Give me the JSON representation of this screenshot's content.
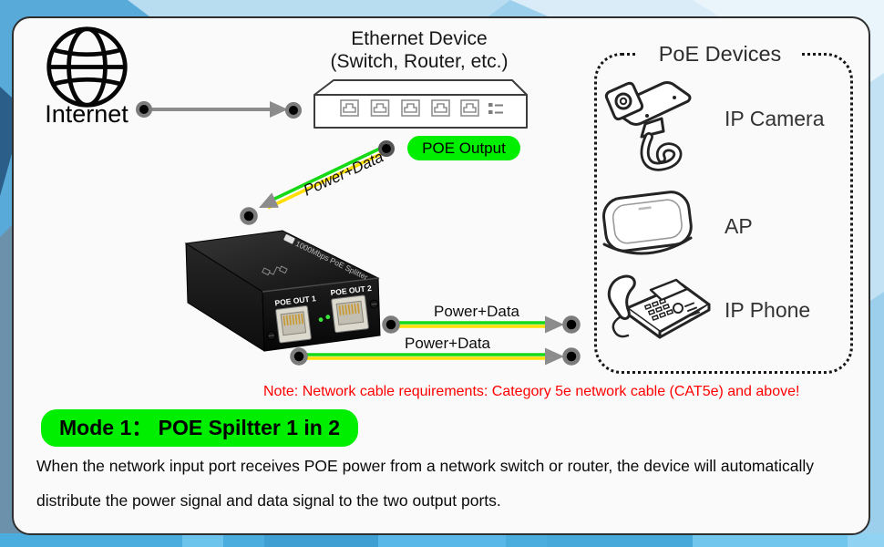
{
  "internet": {
    "label": "Internet"
  },
  "ethernet_device": {
    "title_line1": "Ethernet Device",
    "title_line2": "(Switch, Router, etc.)"
  },
  "poe_output_badge": {
    "label": "POE Output"
  },
  "cables": {
    "input_label": "Power+Data",
    "out1_label": "Power+Data",
    "out2_label": "Power+Data"
  },
  "splitter": {
    "top_text": "1000Mbps PoE Splitter",
    "port1_label": "POE OUT 1",
    "port2_label": "POE OUT 2"
  },
  "poe_devices": {
    "title": "PoE Devices",
    "items": [
      {
        "label": "IP Camera"
      },
      {
        "label": "AP"
      },
      {
        "label": "IP Phone"
      }
    ]
  },
  "note": {
    "text": "Note: Network cable requirements: Category 5e network cable (CAT5e) and above!"
  },
  "mode": {
    "title": "Mode 1：  POE Spiltter 1 in 2"
  },
  "description": {
    "line1": "When the network input port receives POE power from a network switch or router, the device will automatically",
    "line2": "distribute the power signal and data signal to the two output ports."
  },
  "colors": {
    "badge_green": "#00ee00",
    "cable_green": "#15d915",
    "cable_yellow": "#ffdf00",
    "note_red": "#ff0000"
  }
}
